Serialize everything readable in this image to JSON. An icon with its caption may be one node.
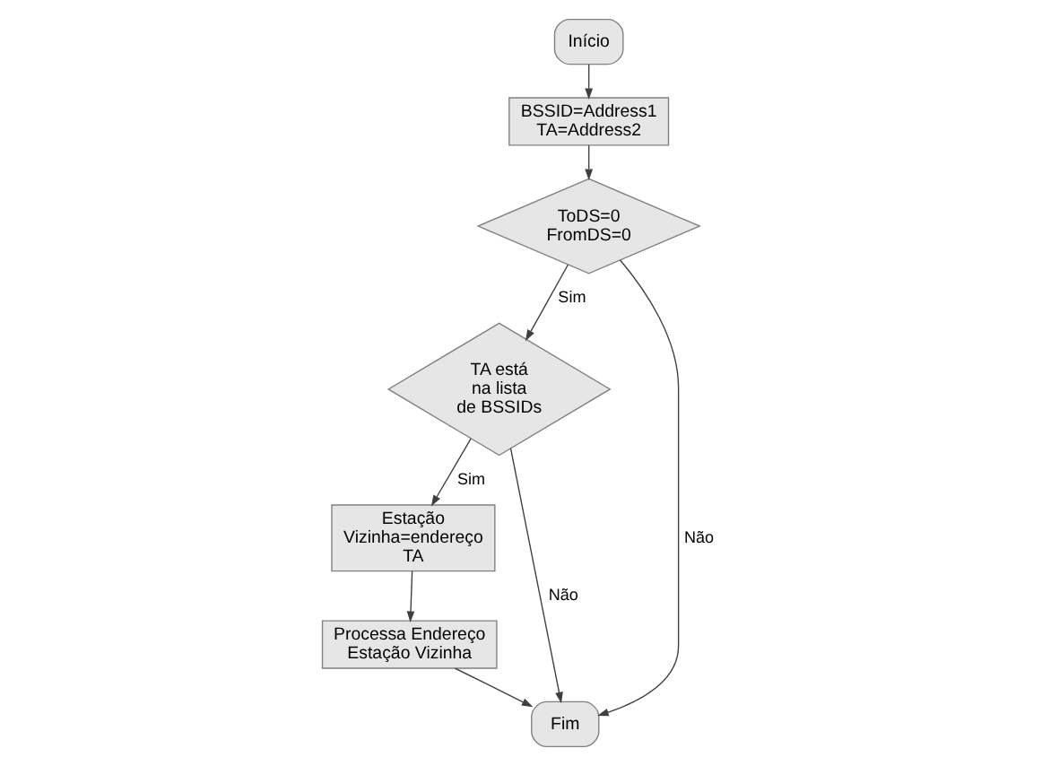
{
  "diagram": {
    "nodes": [
      {
        "text": [
          "Início"
        ]
      },
      {
        "text": [
          "BSSID=Address1 TA=Address2"
        ]
      },
      {
        "text": [
          "ToDS=0 FromDS=0"
        ]
      },
      {
        "text": [
          "TA está na lista de BSSIDs"
        ]
      },
      {
        "text": [
          "Estação Vizinha=endereço TA"
        ]
      },
      {
        "text": [
          "Processa Endereço Estação Vizinha"
        ]
      },
      {
        "text": [
          "Fim"
        ]
      }
    ],
    "edges": [
      {
        "from": 0,
        "to": 1,
        "arrow": "to"
      },
      {
        "from": 1,
        "to": 2,
        "arrow": "to"
      },
      {
        "from": 2,
        "to": 3,
        "arrow": "to",
        "label": "Sim"
      },
      {
        "from": 2,
        "to": 6,
        "arrow": "to",
        "label": "Não"
      },
      {
        "from": 3,
        "to": 4,
        "arrow": "to",
        "label": "Sim"
      },
      {
        "from": 4,
        "to": 5,
        "arrow": "to"
      },
      {
        "from": 5,
        "to": 6,
        "arrow": "to"
      },
      {
        "from": 3,
        "to": 6,
        "arrow": "to",
        "label": "Não"
      }
    ]
  }
}
